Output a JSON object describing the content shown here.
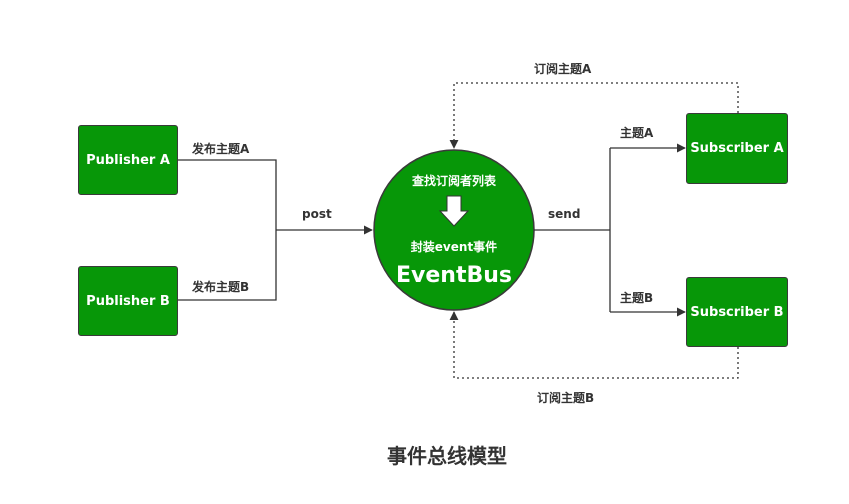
{
  "title": "事件总线模型",
  "publishers": {
    "a": {
      "label": "Publisher A",
      "topic": "发布主题A"
    },
    "b": {
      "label": "Publisher B",
      "topic": "发布主题B"
    }
  },
  "subscribers": {
    "a": {
      "label": "Subscriber A",
      "topic": "主题A",
      "subscribe": "订阅主题A"
    },
    "b": {
      "label": "Subscriber B",
      "topic": "主题B",
      "subscribe": "订阅主题B"
    }
  },
  "bus": {
    "name": "EventBus",
    "step1": "查找订阅者列表",
    "step2": "封装event事件"
  },
  "edges": {
    "post": "post",
    "send": "send"
  },
  "colors": {
    "node_fill": "#079708",
    "node_border": "#3a3a3a",
    "line": "#333333"
  }
}
